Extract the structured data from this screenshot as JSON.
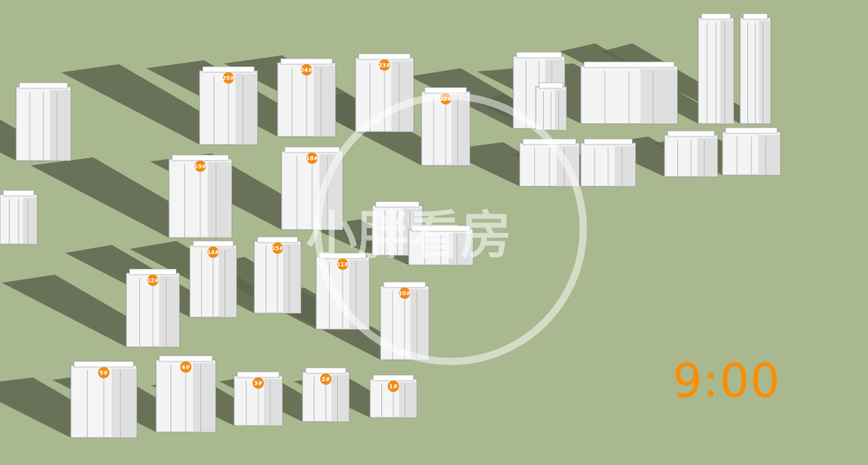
{
  "scene": {
    "time_display": "9:00",
    "watermark_text": "小胖看房",
    "colors": {
      "ground": "#a9b88f",
      "shadow": "#5e654f",
      "building": "#f4f4f4",
      "building_side": "#d6d6d6",
      "tag": "#f08a16",
      "time": "#ff8c00"
    },
    "buildings": [
      {
        "label": "25#"
      },
      {
        "label": "24#"
      },
      {
        "label": "23#"
      },
      {
        "label": "22#"
      },
      {
        "label": "19#"
      },
      {
        "label": "18#"
      },
      {
        "label": "14#"
      },
      {
        "label": "15#"
      },
      {
        "label": "11#"
      },
      {
        "label": "12#"
      },
      {
        "label": "10#"
      },
      {
        "label": "5#"
      },
      {
        "label": "4#"
      },
      {
        "label": "3#"
      },
      {
        "label": "2#"
      },
      {
        "label": "1#"
      }
    ]
  }
}
